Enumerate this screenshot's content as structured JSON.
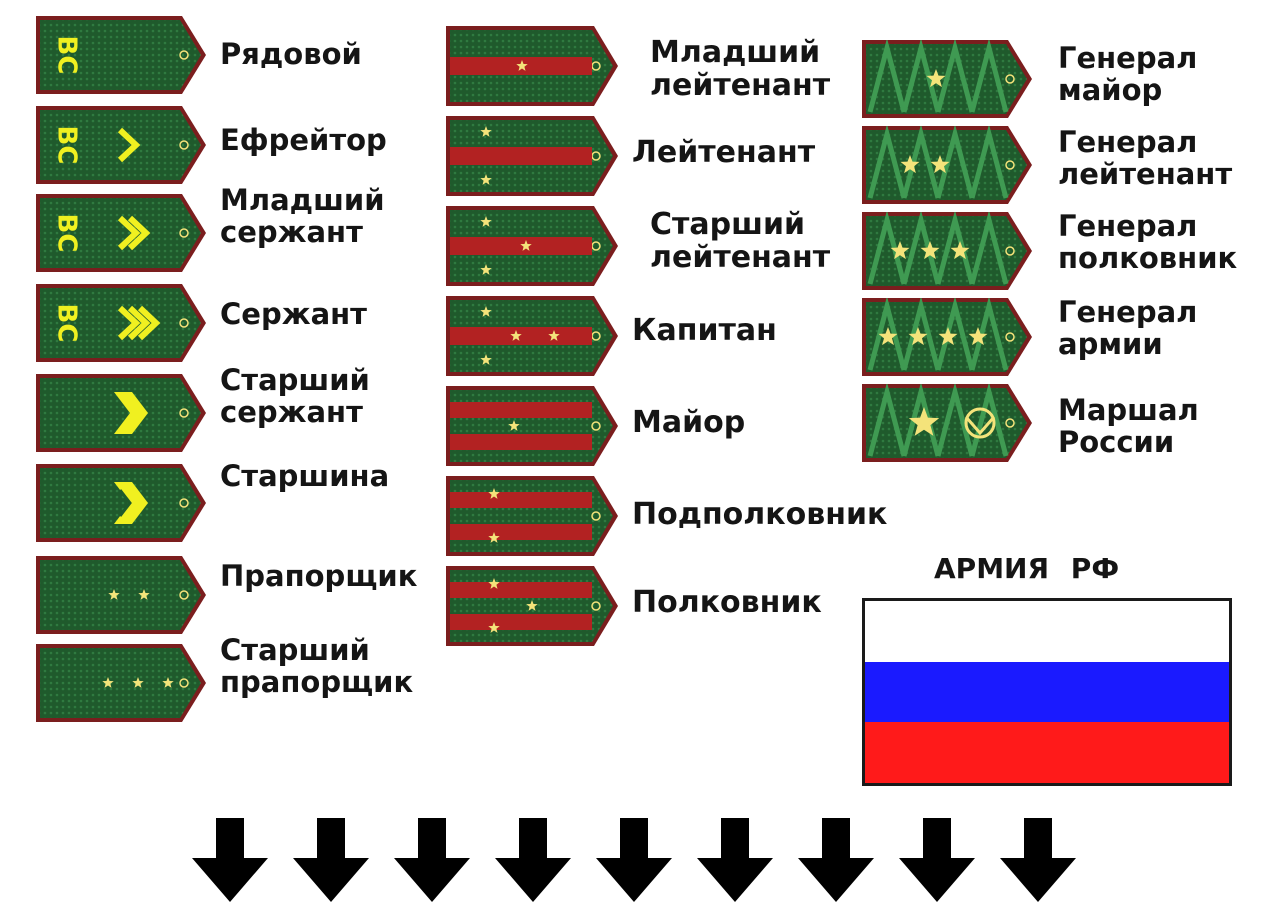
{
  "enlisted": [
    {
      "label": [
        "Рядовой"
      ],
      "letters": "ВС",
      "chevrons": 0
    },
    {
      "label": [
        "Ефрейтор"
      ],
      "letters": "ВС",
      "chevrons": 1
    },
    {
      "label": [
        "Младший",
        "сержант"
      ],
      "letters": "ВС",
      "chevrons": 2
    },
    {
      "label": [
        "Сержант"
      ],
      "letters": "ВС",
      "chevrons": 3
    },
    {
      "label": [
        "Старший",
        "сержант"
      ],
      "letters": "",
      "chevrons": 1,
      "wide": true
    },
    {
      "label": [
        "Старшина"
      ],
      "letters": "",
      "chevrons": 1,
      "wide": true,
      "double": true
    },
    {
      "label": [
        "Прапорщик"
      ],
      "letters": "",
      "stars": 2
    },
    {
      "label": [
        "Старший",
        "прапорщик"
      ],
      "letters": "",
      "stars": 3
    }
  ],
  "officers": [
    {
      "label": [
        "Младший",
        "лейтенант"
      ],
      "stripes": 1,
      "stars": 1
    },
    {
      "label": [
        "Лейтенант"
      ],
      "stripes": 1,
      "stars": 2
    },
    {
      "label": [
        "Старший",
        "лейтенант"
      ],
      "stripes": 1,
      "stars": 3
    },
    {
      "label": [
        "Капитан"
      ],
      "stripes": 1,
      "stars": 4
    },
    {
      "label": [
        "Майор"
      ],
      "stripes": 2,
      "stars": 1
    },
    {
      "label": [
        "Подполковник"
      ],
      "stripes": 2,
      "stars": 2
    },
    {
      "label": [
        "Полковник"
      ],
      "stripes": 2,
      "stars": 3
    }
  ],
  "generals": [
    {
      "label": [
        "Генерал",
        "майор"
      ],
      "stars": 1
    },
    {
      "label": [
        "Генерал",
        "лейтенант"
      ],
      "stars": 2
    },
    {
      "label": [
        "Генерал",
        "полковник"
      ],
      "stars": 3
    },
    {
      "label": [
        "Генерал",
        "армии"
      ],
      "stars": 4
    },
    {
      "label": [
        "Маршал",
        "России"
      ],
      "marshal": true
    }
  ],
  "flag_title": "АРМИЯ РФ",
  "flag_colors": [
    "#ffffff",
    "#1a1aff",
    "#ff1a1a"
  ],
  "arrow_count": 9,
  "colors": {
    "shoulder_board": "#1f5a2c",
    "piping": "#7b1e1e",
    "officer_stripe": "#b22222",
    "insignia_yellow": "#f0f020",
    "star": "#f4e37a"
  }
}
